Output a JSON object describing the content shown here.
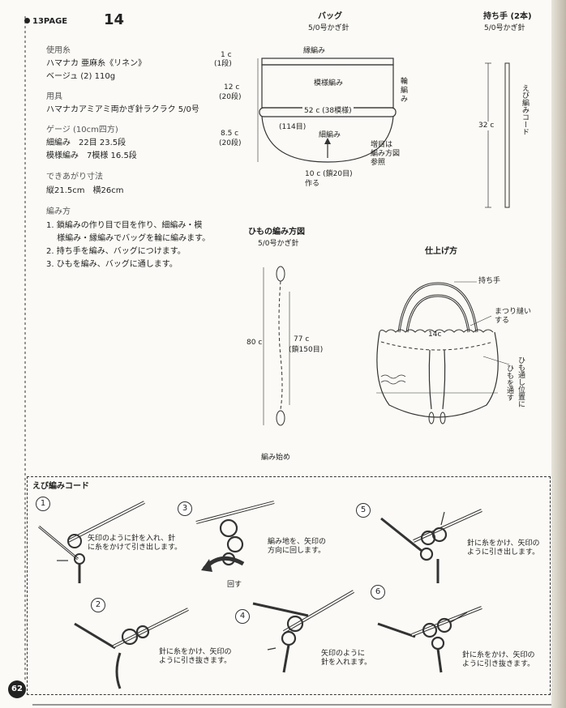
{
  "header": {
    "page_ref": "13PAGE",
    "number": "14",
    "page_number": "62"
  },
  "materials": {
    "yarn_heading": "使用糸",
    "yarn_line1": "ハマナカ 亜麻糸《リネン》",
    "yarn_line2": "ベージュ (2) 110g",
    "tools_heading": "用具",
    "tools_line": "ハマナカアミアミ両かぎ針ラクラク 5/0号",
    "gauge_heading": "ゲージ (10cm四方)",
    "gauge_line1": "細編み　22目 23.5段",
    "gauge_line2": "模様編み　7模様 16.5段",
    "size_heading": "できあがり寸法",
    "size_line": "縦21.5cm　横26cm",
    "method_heading": "編み方",
    "method_steps": [
      "1. 鎖編みの作り目で目を作り、細編み・模",
      "　 様編み・縁編みでバッグを輪に編みます。",
      "2. 持ち手を編み、バッグにつけます。",
      "3. ひもを編み、バッグに通します。"
    ]
  },
  "bag_diagram": {
    "title": "バッグ",
    "hook": "5/0号かぎ針",
    "edge": "縁編み",
    "pattern": "模様編み",
    "round": [
      "輪",
      "編",
      "み"
    ],
    "dim_1c": "1 c",
    "dim_1dan": "(1段)",
    "dim_12c": "12 c",
    "dim_20dan": "(20段)",
    "dim_85c": "8.5 c",
    "dim_20dan_b": "(20段)",
    "width": "52 c (38模様)",
    "count114": "(114目)",
    "sc": "細編み",
    "increase": [
      "増目は",
      "編み方図",
      "参照"
    ],
    "bottom": "10 c (鎖20目)",
    "bottom2": "作る"
  },
  "handle_diagram": {
    "title": "持ち手 (2本)",
    "hook": "5/0号かぎ針",
    "length": "32 c",
    "label": "えび編みコード"
  },
  "string_diagram": {
    "title": "ひもの編み方図",
    "hook": "5/0号かぎ針",
    "length80": "80 c",
    "length77": "77 c",
    "chain150": "(鎖150目)",
    "start": "編み始め"
  },
  "finish_diagram": {
    "title": "仕上げ方",
    "handle": "持ち手",
    "stitch": [
      "まつり縫い",
      "する"
    ],
    "width": "14c",
    "string_pos": "ひも通し位置に",
    "string_pass": "ひもを通す"
  },
  "ebi_cord": {
    "title": "えび編みコード",
    "steps": [
      {
        "num": "1",
        "text": [
          "矢印のように針を入れ、針",
          "に糸をかけて引き出します。"
        ]
      },
      {
        "num": "2",
        "text": [
          "針に糸をかけ、矢印の",
          "ように引き抜きます。"
        ]
      },
      {
        "num": "3",
        "text": [
          "編み地を、矢印の",
          "方向に回します。"
        ],
        "extra": "回す"
      },
      {
        "num": "4",
        "text": [
          "矢印のように",
          "針を入れます。"
        ]
      },
      {
        "num": "5",
        "text": [
          "針に糸をかけ、矢印の",
          "ように引き出します。"
        ]
      },
      {
        "num": "6",
        "text": [
          "針に糸をかけ、矢印の",
          "ように引き抜きます。"
        ]
      }
    ]
  }
}
